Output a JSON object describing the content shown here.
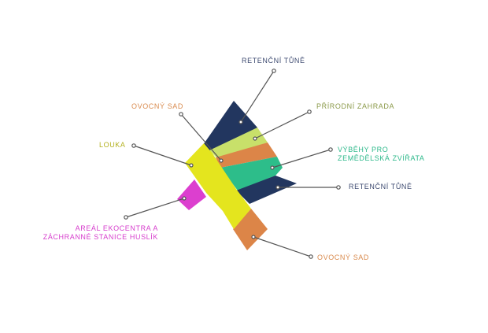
{
  "labels": {
    "retencni_tune_top": "RETENČNÍ TŮNĚ",
    "ovocny_sad_top": "OVOCNÝ SAD",
    "prirodni_zahrada": "PŘÍRODNÍ ZAHRADA",
    "louka": "LOUKA",
    "vybehy_line1": "VÝBĚHY PRO",
    "vybehy_line2": "ZEMĚDĚLSKÁ ZVÍŘATA",
    "retencni_tune_right": "RETENČNÍ TŮNĚ",
    "areal_line1": "AREÁL EKOCENTRA A",
    "areal_line2": "ZÁCHRANNÉ STANICE HUSLÍK",
    "ovocny_sad_bottom": "OVOCNÝ SAD"
  },
  "colors": {
    "navy": "#22365f",
    "light_green": "#c8e06a",
    "orange": "#dc8548",
    "teal": "#2dbd8a",
    "yellow": "#e4e51e",
    "magenta": "#dc3fcf",
    "leader": "#555555"
  }
}
